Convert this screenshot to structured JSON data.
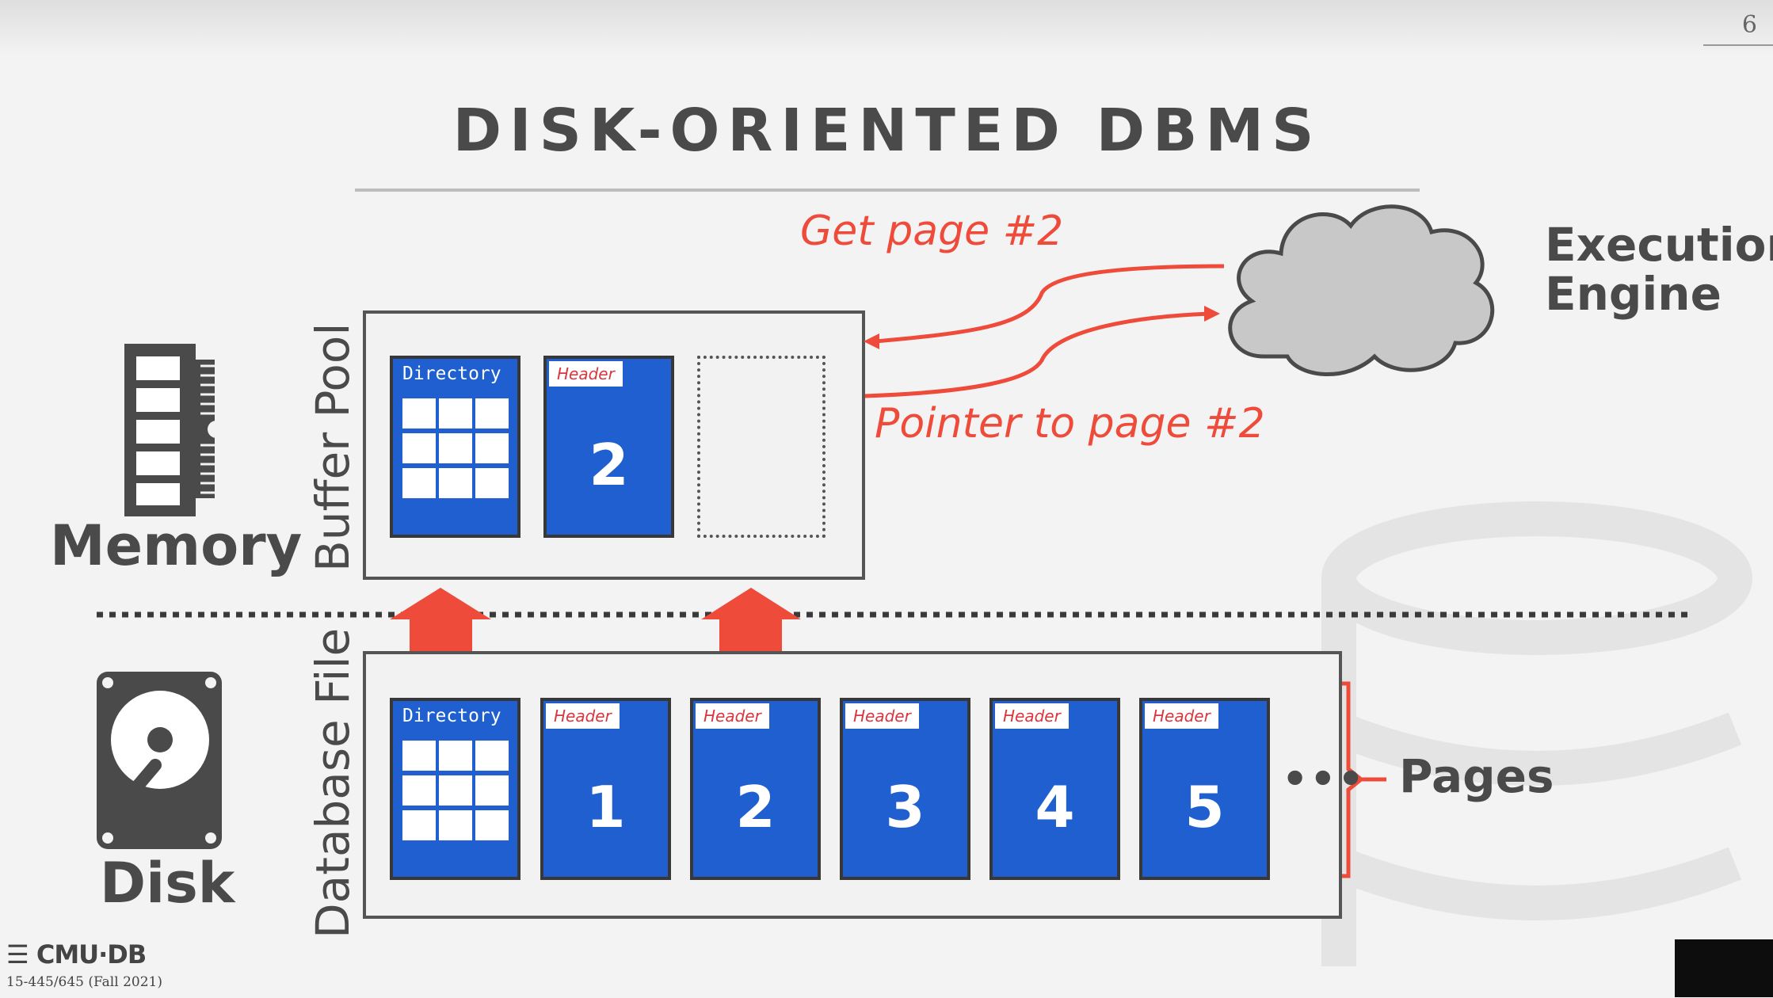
{
  "slide": {
    "number": "6",
    "title": "DISK-ORIENTED DBMS"
  },
  "memory": {
    "label": "Memory",
    "icon": "ram-chip-icon"
  },
  "disk": {
    "label": "Disk",
    "icon": "hard-drive-icon"
  },
  "buffer_pool": {
    "label": "Buffer Pool",
    "directory_label": "Directory",
    "page": {
      "header": "Header",
      "number": "2"
    }
  },
  "database_file": {
    "label": "Database File",
    "directory_label": "Directory",
    "pages": [
      {
        "header": "Header",
        "number": "1"
      },
      {
        "header": "Header",
        "number": "2"
      },
      {
        "header": "Header",
        "number": "3"
      },
      {
        "header": "Header",
        "number": "4"
      },
      {
        "header": "Header",
        "number": "5"
      }
    ],
    "ellipsis": "•••",
    "pages_label": "Pages"
  },
  "execution_engine": {
    "line1": "Execution",
    "line2": "Engine",
    "icon": "cloud-icon"
  },
  "messages": {
    "request": "Get page #2",
    "response": "Pointer to page #2"
  },
  "footer": {
    "logo": "CMU·DB",
    "course": "15-445/645 (Fall 2021)"
  },
  "colors": {
    "page_blue": "#1f5fcf",
    "accent_red": "#ee4b3b",
    "text_dark": "#4a4a4a"
  }
}
